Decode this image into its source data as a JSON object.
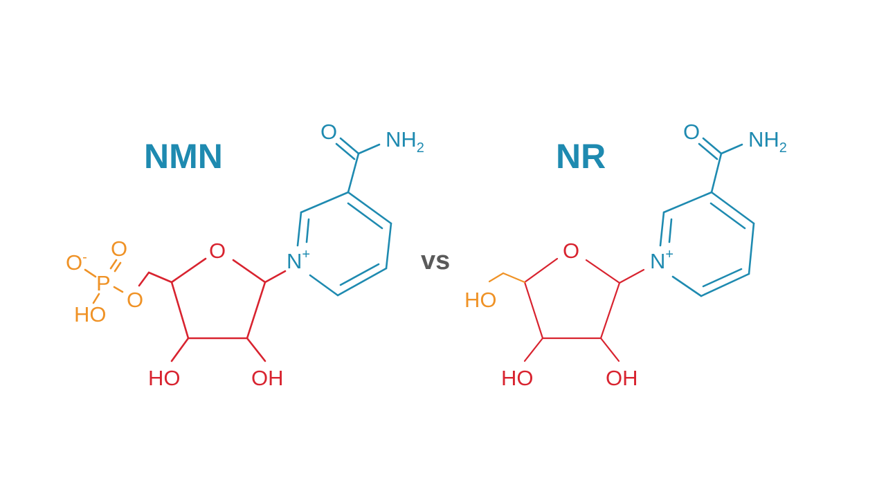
{
  "colors": {
    "nicotinamide": "#1e8ab0",
    "ribose": "#d8232f",
    "phosphate_hydroxymethyl": "#ef9226",
    "vs": "#5a5a5a",
    "background": "#ffffff"
  },
  "vs_label": "vs",
  "molecules": [
    {
      "name": "NMN",
      "title": "NMN",
      "nicotinamide": {
        "carbonyl_o": "O",
        "amide": "NH",
        "amide_sub": "2",
        "ring_n": "N",
        "ring_charge": "+"
      },
      "ribose": {
        "ring_o": "O",
        "oh_left": "HO",
        "oh_right": "OH"
      },
      "phosphate": {
        "o_minus": "O",
        "o_minus_charge": "-",
        "o_double": "O",
        "p": "P",
        "oh": "HO",
        "ester_o": "O"
      }
    },
    {
      "name": "NR",
      "title": "NR",
      "nicotinamide": {
        "carbonyl_o": "O",
        "amide": "NH",
        "amide_sub": "2",
        "ring_n": "N",
        "ring_charge": "+"
      },
      "ribose": {
        "ring_o": "O",
        "oh_left": "HO",
        "oh_right": "OH"
      },
      "hydroxymethyl": {
        "oh": "HO"
      }
    }
  ]
}
